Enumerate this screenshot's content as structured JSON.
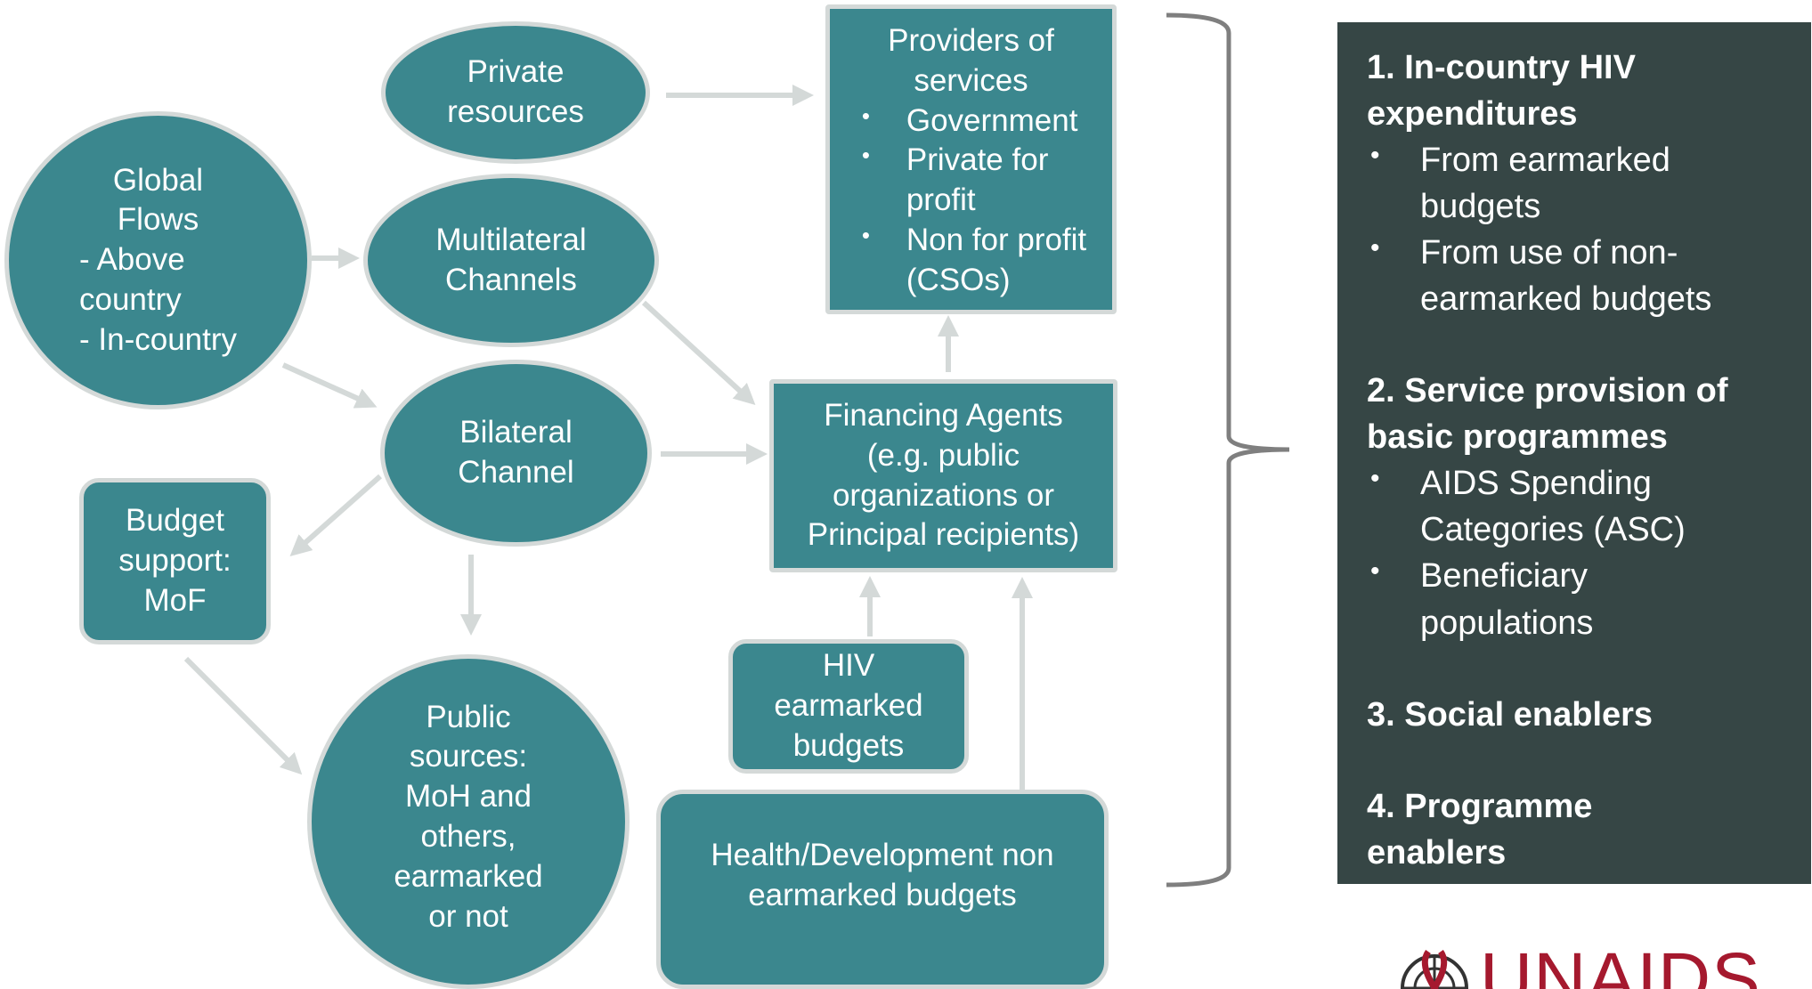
{
  "nodes": {
    "private_resources": "Private\nresources",
    "global_flows": {
      "title": "Global\nFlows",
      "items": [
        "- Above\ncountry",
        "- In-country"
      ]
    },
    "multilateral": "Multilateral\nChannels",
    "bilateral": "Bilateral\nChannel",
    "budget_support": "Budget\nsupport:\nMoF",
    "public_sources": "Public\nsources:\nMoH and\nothers,\nearmarked\nor not",
    "providers": {
      "title": "Providers of\nservices",
      "items": [
        "Government",
        "Private for\nprofit",
        "Non for profit\n(CSOs)"
      ]
    },
    "financing_agents": "Financing Agents\n(e.g. public\norganizations or\nPrincipal recipients)",
    "hiv_earmarked": "HIV\nearmarked\nbudgets",
    "non_earmarked": "Health/Development non\nearmarked budgets"
  },
  "panel": {
    "sections": [
      {
        "title": "1. In-country HIV\nexpenditures",
        "items": [
          "From earmarked\nbudgets",
          "From use of non-\nearmarked budgets"
        ]
      },
      {
        "title": "2. Service provision of\nbasic programmes",
        "items": [
          "AIDS Spending\nCategories (ASC)",
          "Beneficiary\npopulations"
        ]
      },
      {
        "title": "3. Social enablers",
        "items": []
      },
      {
        "title": "4. Programme\nenablers",
        "items": []
      }
    ]
  },
  "logo": {
    "text": "UNAIDS"
  },
  "colors": {
    "node_fill": "#3b878e",
    "node_border": "#d4d9d8",
    "panel_bg": "#364645",
    "arrow": "#d4d9d8",
    "brace": "#7f7f7f",
    "logo_red": "#a5192e"
  }
}
